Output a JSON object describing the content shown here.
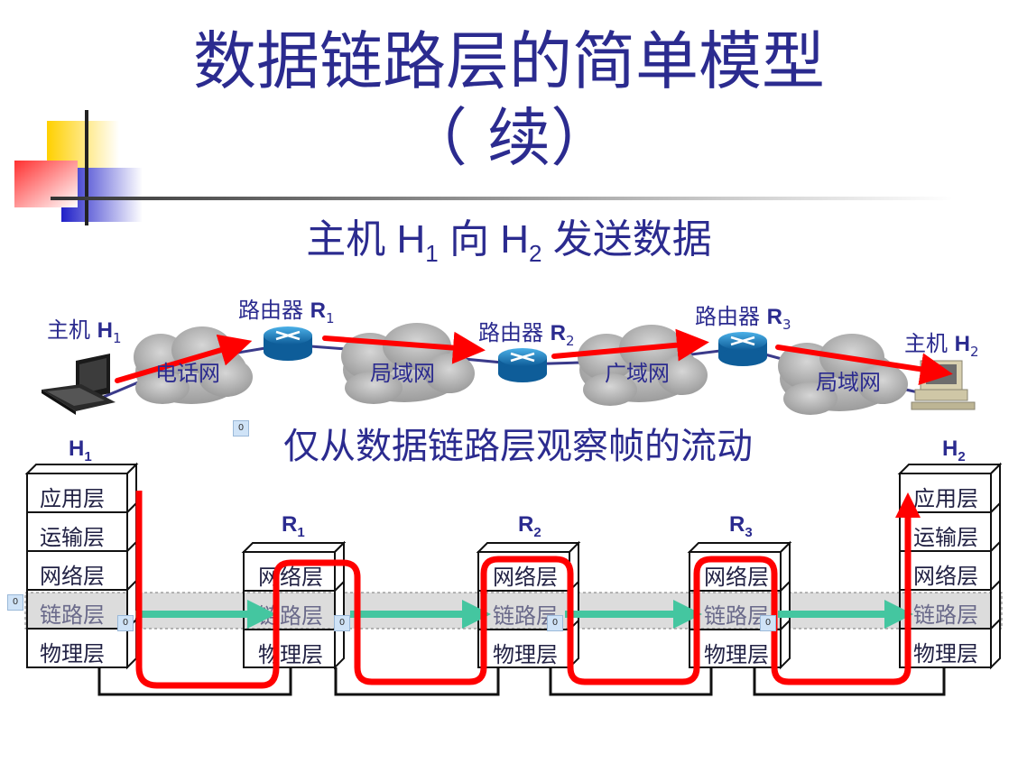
{
  "title": {
    "line1": "数据链路层的简单模型",
    "line2": "（ 续）"
  },
  "subtitle": {
    "part1": "主机 H",
    "sub1": "1",
    "part2": " 向 H",
    "sub2": "2",
    "part3": " 发送数据"
  },
  "network": {
    "host1": {
      "prefix": "主机 ",
      "name": "H",
      "sub": "1"
    },
    "host2": {
      "prefix": "主机 ",
      "name": "H",
      "sub": "2"
    },
    "routers": [
      {
        "prefix": "路由器 ",
        "name": "R",
        "sub": "1"
      },
      {
        "prefix": "路由器 ",
        "name": "R",
        "sub": "2"
      },
      {
        "prefix": "路由器 ",
        "name": "R",
        "sub": "3"
      }
    ],
    "clouds": [
      "电话网",
      "局域网",
      "广域网",
      "局域网"
    ]
  },
  "observe_text": "仅从数据链路层观察帧的流动",
  "stacks": {
    "h1": {
      "name": "H",
      "sub": "1",
      "layers": [
        "应用层",
        "运输层",
        "网络层",
        "链路层",
        "物理层"
      ]
    },
    "r1": {
      "name": "R",
      "sub": "1",
      "layers": [
        "网络层",
        "链路层",
        "物理层"
      ]
    },
    "r2": {
      "name": "R",
      "sub": "2",
      "layers": [
        "网络层",
        "链路层",
        "物理层"
      ]
    },
    "r3": {
      "name": "R",
      "sub": "3",
      "layers": [
        "网络层",
        "链路层",
        "物理层"
      ]
    },
    "h2": {
      "name": "H",
      "sub": "2",
      "layers": [
        "应用层",
        "运输层",
        "网络层",
        "链路层",
        "物理层"
      ]
    }
  },
  "tags": [
    "0",
    "0",
    "0",
    "0",
    "0",
    "0"
  ],
  "colors": {
    "title": "#2b2b8f",
    "path_red": "#ff0000",
    "frame_arrow": "#44c6a0",
    "router_blue": "#1a7fc0",
    "cloud_gray": "#b4b4b4",
    "accent_yellow": "#ffd000",
    "accent_blue": "#2a2ad0",
    "accent_red": "#ff4040"
  }
}
